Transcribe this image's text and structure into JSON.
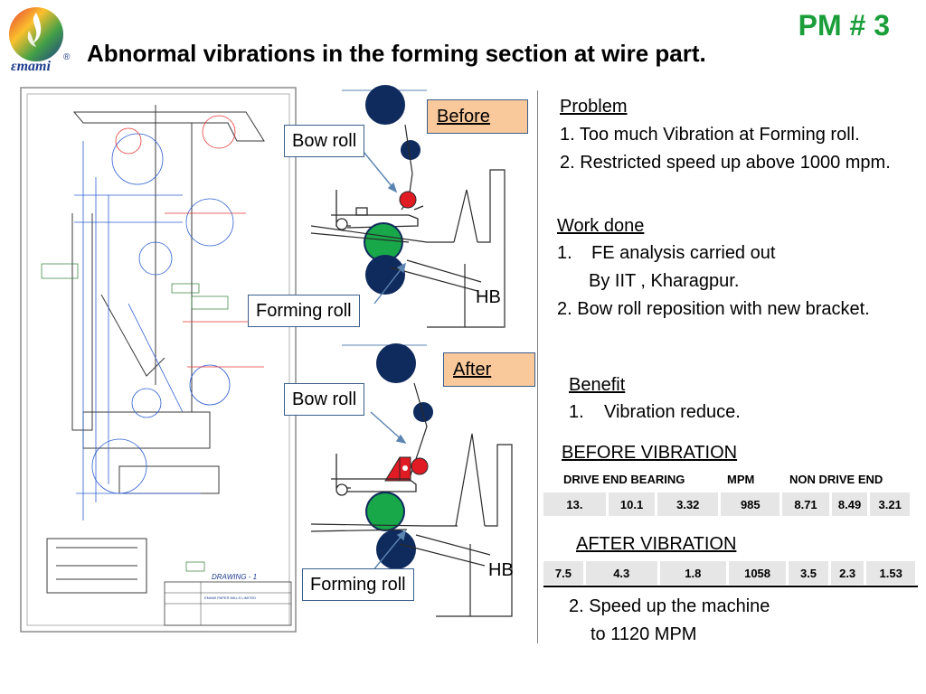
{
  "header": {
    "logo_text": "Emami",
    "pm_label": "PM # 3",
    "title": "Abnormal vibrations in the forming section at wire part."
  },
  "drawing": {
    "title_label": "DRAWING - 1",
    "company_label": "EMAMI PAPER MILLS LIMITED"
  },
  "diagrams": {
    "before": {
      "tag": "Before",
      "bow_roll_label": "Bow roll",
      "forming_roll_label": "Forming roll",
      "hb_label": "HB"
    },
    "after": {
      "tag": "After",
      "bow_roll_label": "Bow roll",
      "forming_roll_label": "Forming roll",
      "hb_label": "HB"
    }
  },
  "problem": {
    "heading": "Problem",
    "items": [
      "1. Too much Vibration at Forming roll.",
      "2. Restricted speed up above 1000 mpm."
    ]
  },
  "work_done": {
    "heading": "Work done",
    "item1_num": "1.",
    "item1_line1": "FE analysis carried out",
    "item1_line2": "By IIT , Kharagpur.",
    "item2": "2. Bow roll reposition with new bracket."
  },
  "benefit": {
    "heading": "Benefit",
    "item1_num": "1.",
    "item1": "Vibration reduce.",
    "item2_line1": "2. Speed up the machine",
    "item2_line2": "to 1120 MPM"
  },
  "before_vibration": {
    "heading": "BEFORE VIBRATION",
    "col_headers": [
      "DRIVE END BEARING",
      "MPM",
      "NON DRIVE END"
    ],
    "values": [
      "13.",
      "10.1",
      "3.32",
      "985",
      "8.71",
      "8.49",
      "3.21"
    ]
  },
  "after_vibration": {
    "heading": "AFTER VIBRATION",
    "values": [
      "7.5",
      "4.3",
      "1.8",
      "1058",
      "3.5",
      "2.3",
      "1.53"
    ]
  },
  "colors": {
    "accent_green": "#1a9e3a",
    "roll_navy": "#0f2a5c",
    "forming_green": "#18a84a",
    "bow_red": "#e01b24",
    "tag_bg": "#f9c89b"
  }
}
